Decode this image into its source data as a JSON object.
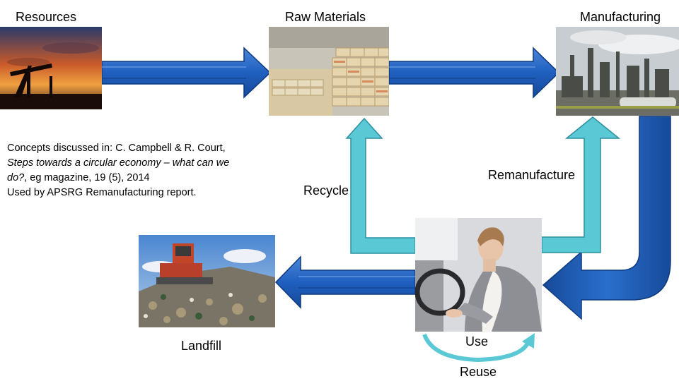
{
  "nodes": {
    "resources": "Resources",
    "raw_materials": "Raw Materials",
    "manufacturing": "Manufacturing",
    "landfill": "Landfill",
    "use": "Use"
  },
  "loops": {
    "recycle": "Recycle",
    "remanufacture": "Remanufacture",
    "reuse": "Reuse"
  },
  "citation": {
    "prefix": "Concepts discussed in: C. Campbell & R. Court, ",
    "title": "Steps towards a circular economy – what can we do?",
    "suffix": ", eg magazine, 19 (5), 2014",
    "line2": "Used by APSRG Remanufacturing report."
  },
  "colors": {
    "flow_arrow": "#1f5fbf",
    "loop_arrow": "#5bc8d6"
  },
  "images": [
    "oil-pumpjack-sunset-photo",
    "warehouse-sacks-photo",
    "refinery-photo",
    "landfill-bulldozer-photo",
    "woman-driving-car-photo"
  ]
}
